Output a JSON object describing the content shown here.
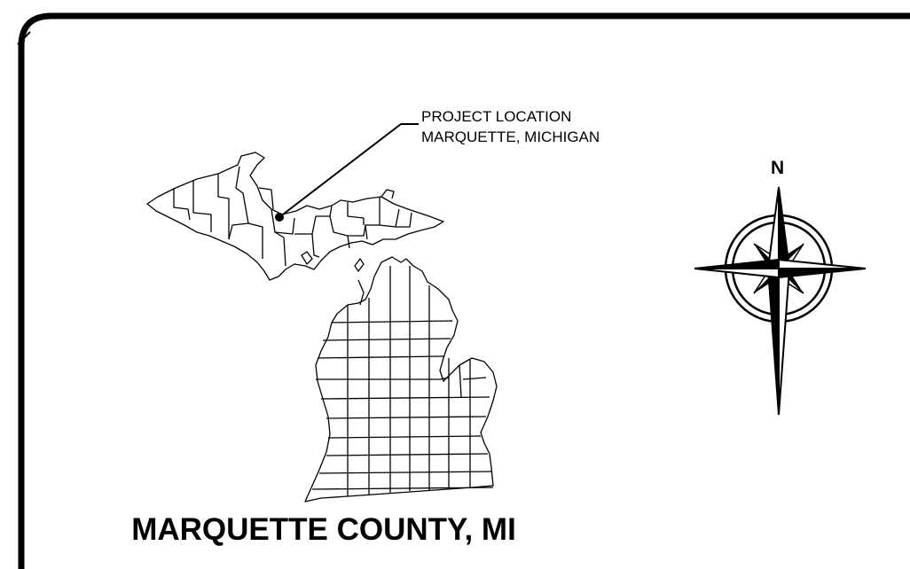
{
  "map": {
    "title": "MARQUETTE COUNTY, MI",
    "location_callout": {
      "line1": "PROJECT LOCATION",
      "line2": "MARQUETTE, MICHIGAN"
    },
    "compass": {
      "north_label": "N",
      "icon": "compass-rose-icon"
    },
    "colors": {
      "line": "#000000",
      "background": "#ffffff"
    }
  }
}
